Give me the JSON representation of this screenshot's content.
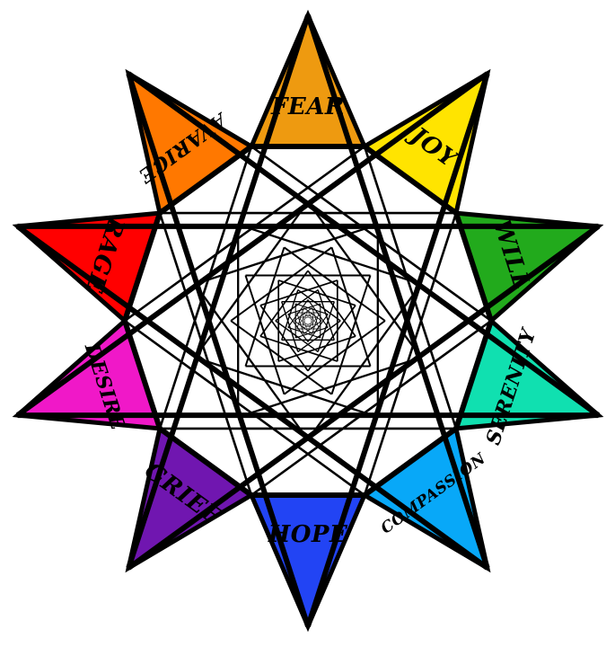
{
  "diagram": {
    "points": [
      {
        "label": "FEAR",
        "color": "#ee9a10"
      },
      {
        "label": "JOY",
        "color": "#ffe400"
      },
      {
        "label": "WILL",
        "color": "#22aa1c"
      },
      {
        "label": "SERENITY",
        "color": "#10e0b0"
      },
      {
        "label": "COMPASSION",
        "color": "#08a8f8"
      },
      {
        "label": "HOPE",
        "color": "#2244f4"
      },
      {
        "label": "GRIEF",
        "color": "#7016b0"
      },
      {
        "label": "DESIRE",
        "color": "#f018c8"
      },
      {
        "label": "RAGE",
        "color": "#ff0000"
      },
      {
        "label": "AVARICE",
        "color": "#ff7800"
      }
    ],
    "outline_color": "#000000",
    "background_color": "#ffffff"
  }
}
